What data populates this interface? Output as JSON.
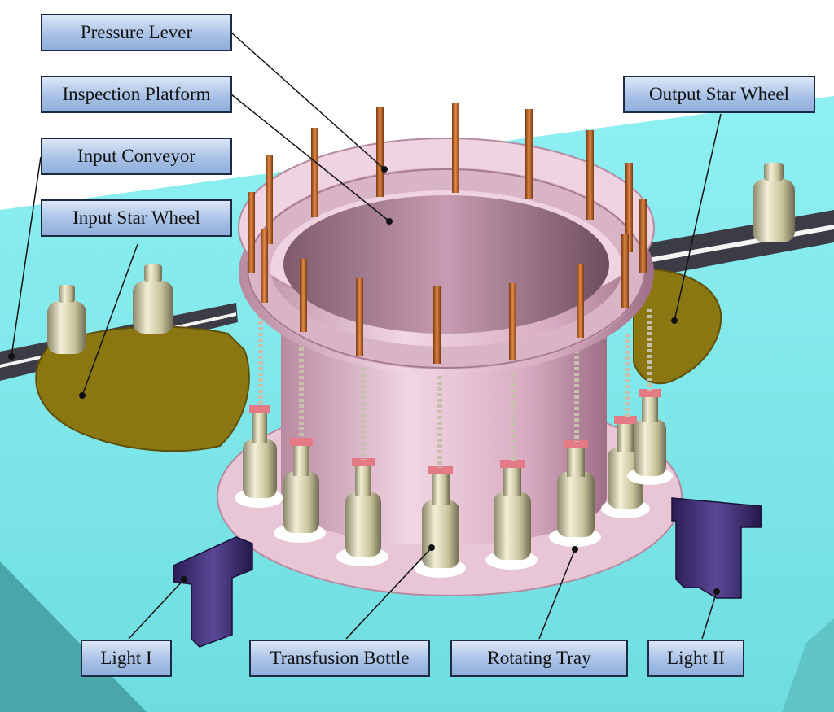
{
  "labels": {
    "pressure_lever": "Pressure Lever",
    "inspection_platform": "Inspection Platform",
    "input_conveyor": "Input Conveyor",
    "input_star_wheel": "Input Star Wheel",
    "output_star_wheel": "Output Star Wheel",
    "light_1": "Light I",
    "transfusion_bottle": "Transfusion Bottle",
    "rotating_tray": "Rotating Tray",
    "light_2": "Light II"
  },
  "colors": {
    "table": "#7fe7ea",
    "table_shadow": "#3fa6a8",
    "conveyor": "#3c3c46",
    "star_wheel": "#8b7712",
    "platform": "#e8c6d6",
    "bottle": "#d9d4b0",
    "lever": "#c9631d",
    "light": "#3a2a6e",
    "label_fill": "#a9c2e6",
    "label_border": "#1d2a44"
  }
}
